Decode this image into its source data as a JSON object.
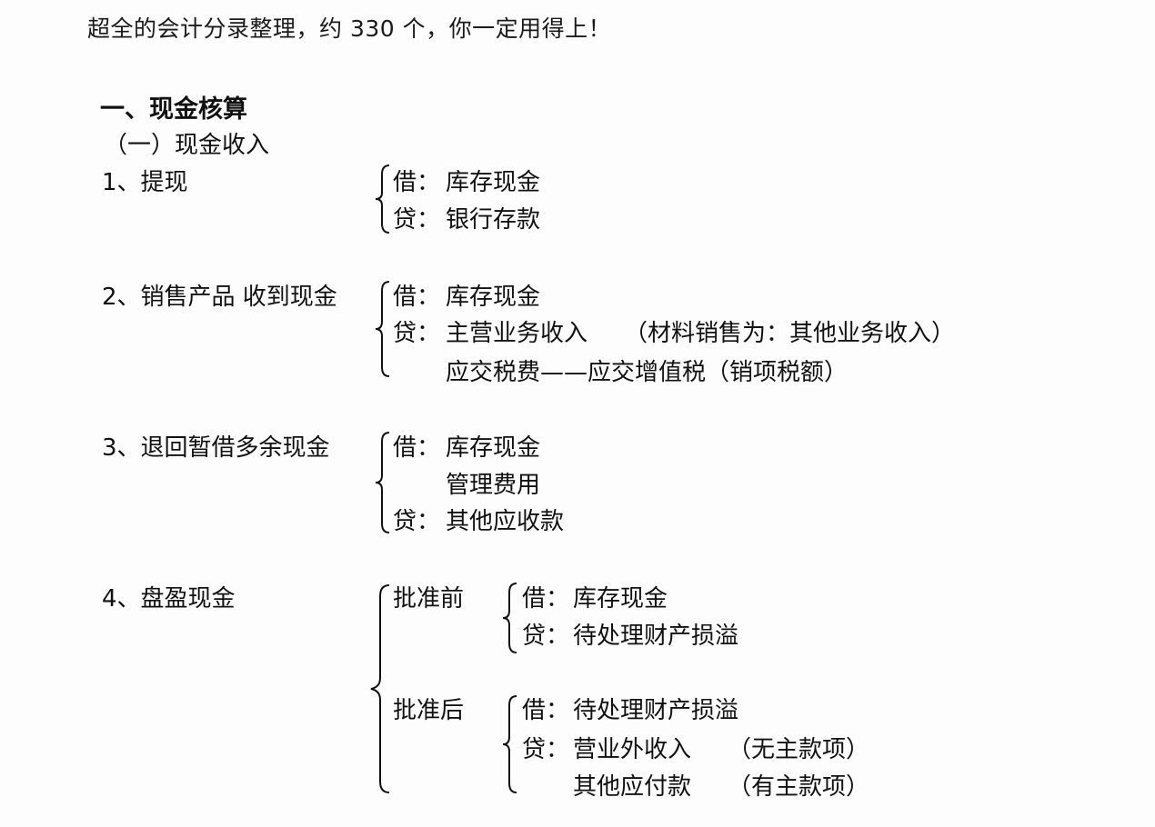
{
  "intro": "超全的会计分录整理，约 330 个，你一定用得上！",
  "section": {
    "title": "一、现金核算",
    "subsection": "（一）现金收入"
  },
  "items": [
    {
      "title": "1、提现",
      "entries": [
        {
          "side": "借：",
          "account": "库存现金"
        },
        {
          "side": "贷：",
          "account": "银行存款"
        }
      ]
    },
    {
      "title": "2、销售产品  收到现金",
      "entries": [
        {
          "side": "借：",
          "account": "库存现金"
        },
        {
          "side": "贷：",
          "account": "主营业务收入",
          "note": "（材料销售为：其他业务收入）"
        },
        {
          "side": "",
          "account": "应交税费——应交增值税（销项税额）"
        }
      ]
    },
    {
      "title": "3、退回暂借多余现金",
      "entries": [
        {
          "side": "借：",
          "account": "库存现金"
        },
        {
          "side": "",
          "account": "管理费用"
        },
        {
          "side": "贷：",
          "account": "其他应收款"
        }
      ]
    },
    {
      "title": "4、盘盈现金",
      "stages": [
        {
          "label": "批准前",
          "entries": [
            {
              "side": "借：",
              "account": "库存现金"
            },
            {
              "side": "贷：",
              "account": "待处理财产损溢"
            }
          ]
        },
        {
          "label": "批准后",
          "entries": [
            {
              "side": "借：",
              "account": "待处理财产损溢"
            },
            {
              "side": "贷：",
              "account": "营业外收入",
              "note": "（无主款项）"
            },
            {
              "side": "",
              "account": "其他应付款",
              "note": "（有主款项）"
            }
          ]
        }
      ]
    }
  ]
}
